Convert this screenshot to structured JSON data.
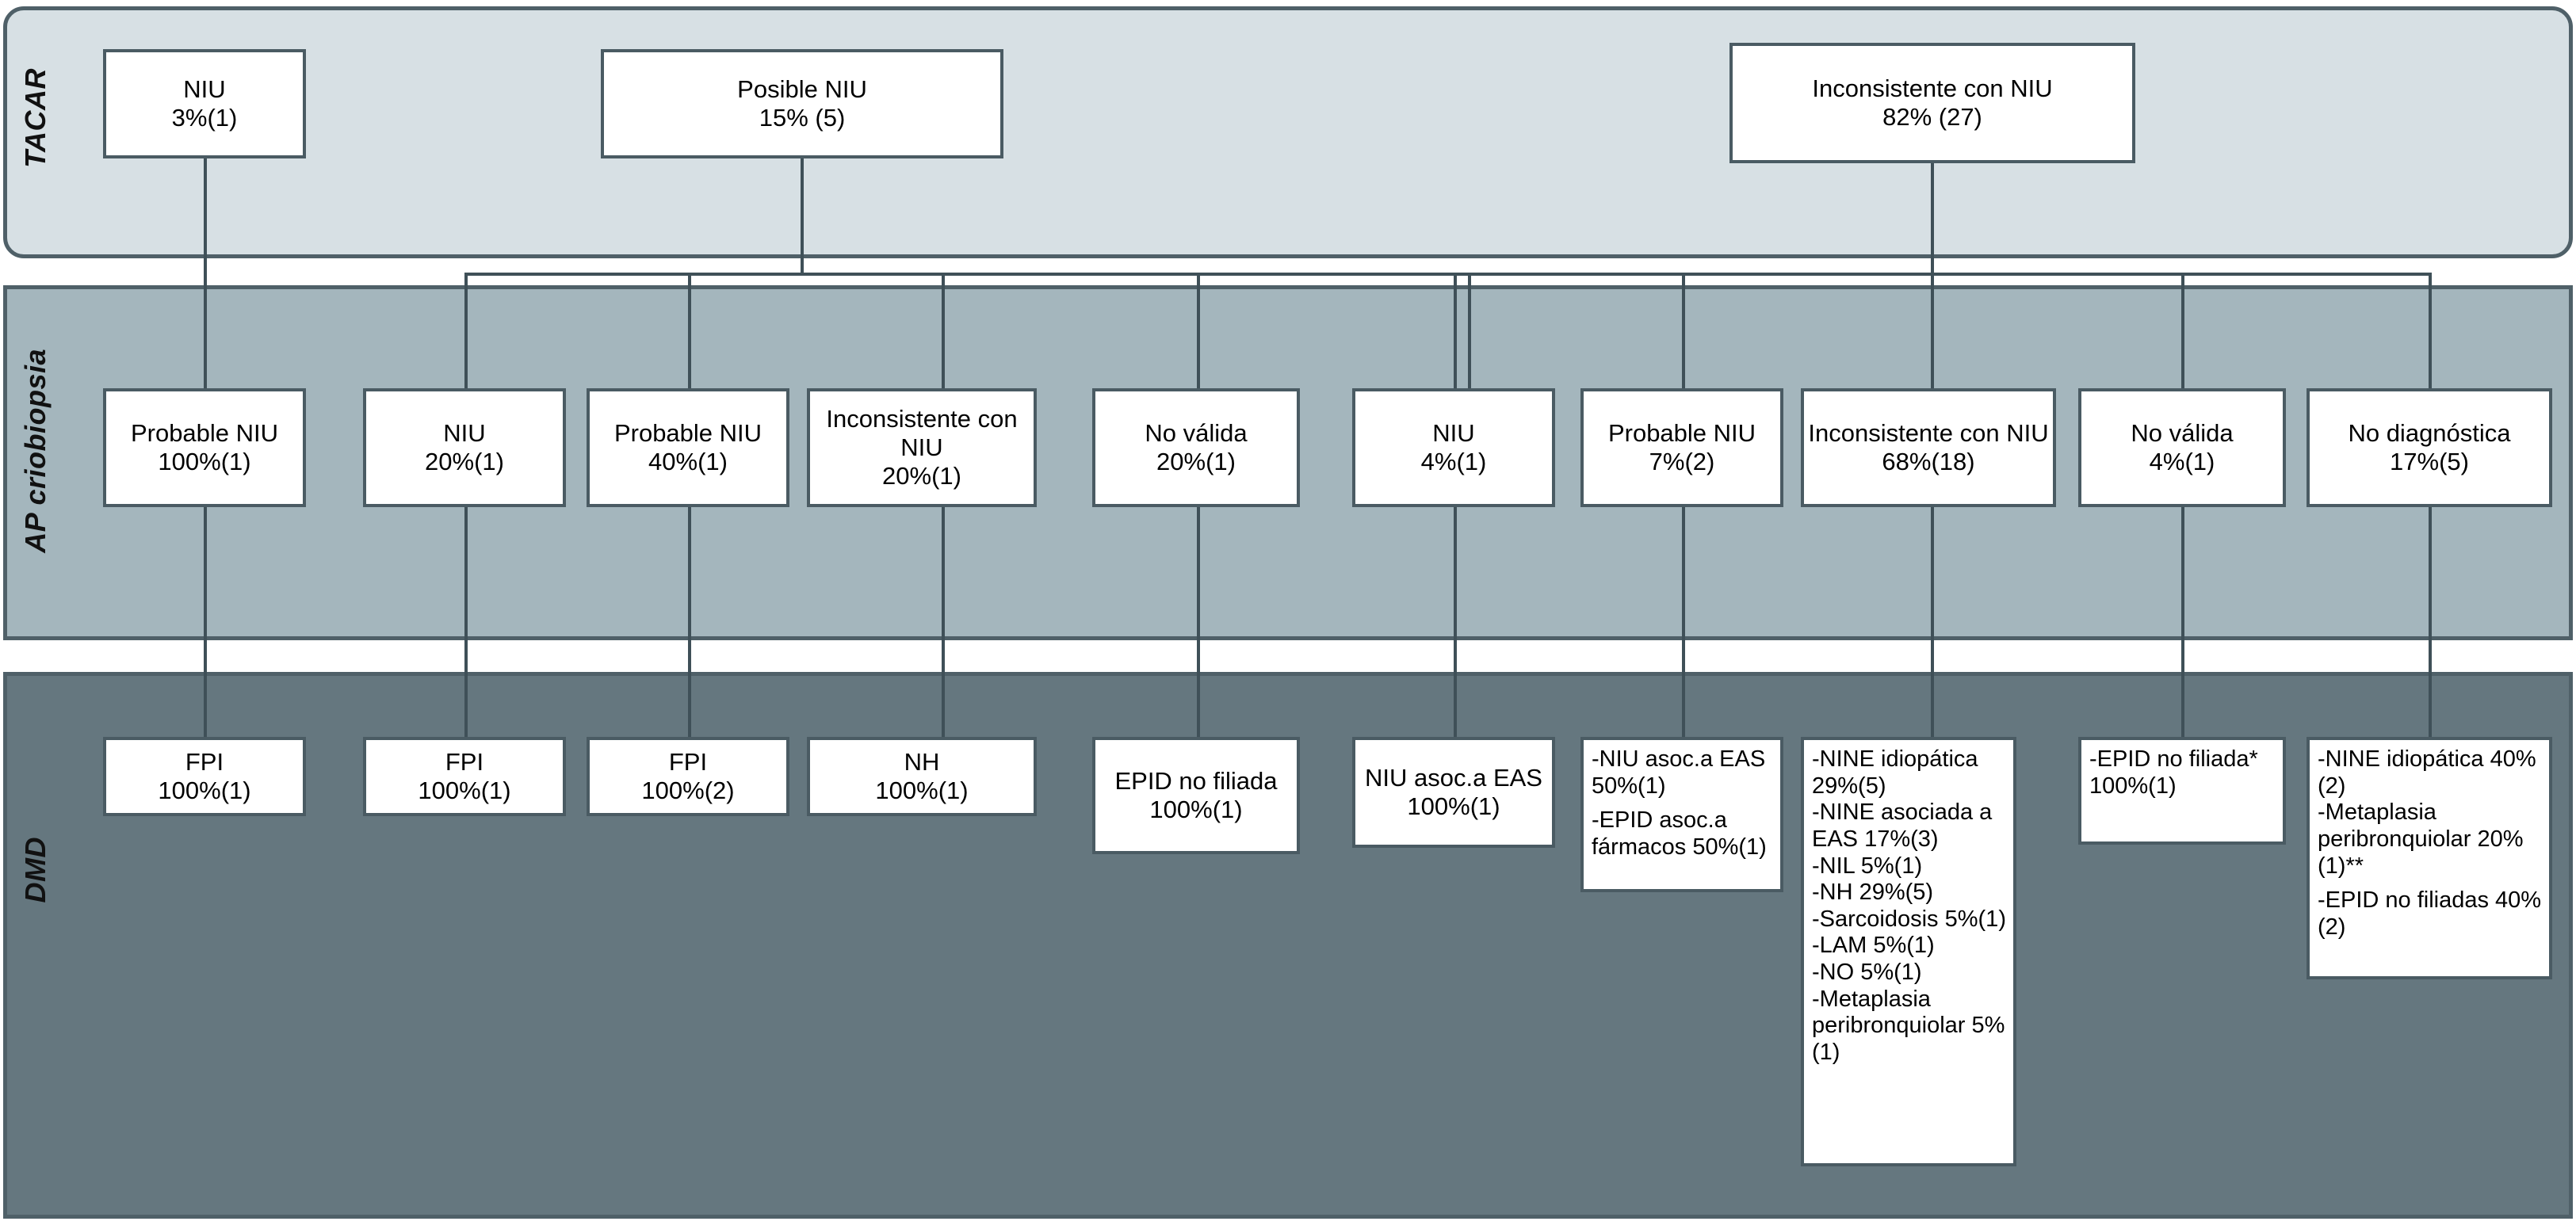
{
  "bands": [
    {
      "id": "tacar",
      "label": "TACAR",
      "color": "#d7e0e4"
    },
    {
      "id": "ap",
      "label": "AP criobiopsia",
      "color": "#a4b6bd"
    },
    {
      "id": "dmd",
      "label": "DMD",
      "color": "#65777f"
    }
  ],
  "colors": {
    "stroke": "#4a5b63",
    "box_fill": "#ffffff",
    "line": "#3f5058"
  },
  "tacar": {
    "nodes": [
      {
        "title": "NIU",
        "pct": "3%(1)"
      },
      {
        "title": "Posible NIU",
        "pct": "15% (5)"
      },
      {
        "title": "Inconsistente con NIU",
        "pct": "82% (27)"
      }
    ]
  },
  "ap_criobiopsia": {
    "nodes": [
      {
        "title": "Probable NIU",
        "pct": "100%(1)"
      },
      {
        "title": "NIU",
        "pct": "20%(1)"
      },
      {
        "title": "Probable NIU",
        "pct": "40%(1)"
      },
      {
        "title": "Inconsistente con NIU",
        "pct": "20%(1)"
      },
      {
        "title": "No válida",
        "pct": "20%(1)"
      },
      {
        "title": "NIU",
        "pct": "4%(1)"
      },
      {
        "title": "Probable NIU",
        "pct": "7%(2)"
      },
      {
        "title": "Inconsistente con NIU",
        "pct": "68%(18)"
      },
      {
        "title": "No válida",
        "pct": "4%(1)"
      },
      {
        "title": "No diagnóstica",
        "pct": "17%(5)"
      }
    ]
  },
  "dmd": {
    "nodes": [
      {
        "kind": "center",
        "title": "FPI",
        "pct": "100%(1)"
      },
      {
        "kind": "center",
        "title": "FPI",
        "pct": "100%(1)"
      },
      {
        "kind": "center",
        "title": "FPI",
        "pct": "100%(2)"
      },
      {
        "kind": "center",
        "title": "NH",
        "pct": "100%(1)"
      },
      {
        "kind": "center",
        "title": "EPID no filiada",
        "pct": "100%(1)"
      },
      {
        "kind": "center",
        "title": "NIU asoc.a EAS",
        "pct": "100%(1)"
      },
      {
        "kind": "list",
        "items": [
          "-NIU asoc.a EAS 50%(1)",
          "-EPID asoc.a fármacos 50%(1)"
        ]
      },
      {
        "kind": "list",
        "items": [
          "-NINE idiopática 29%(5)",
          "-NINE asociada a EAS 17%(3)",
          "-NIL 5%(1)",
          "-NH 29%(5)",
          "-Sarcoidosis 5%(1)",
          "-LAM 5%(1)",
          "-NO 5%(1)",
          "-Metaplasia peribronquiolar 5%(1)"
        ]
      },
      {
        "kind": "list",
        "items": [
          "-EPID no filiada* 100%(1)"
        ]
      },
      {
        "kind": "list",
        "items": [
          "-NINE idiopática 40%(2)",
          "-Metaplasia peribronquiolar 20%(1)**",
          "-EPID no filiadas 40%(2)"
        ]
      }
    ]
  },
  "chart_data": {
    "type": "table",
    "title": "Concordancia diagnóstica TACAR - AP criobiopsia - DMD",
    "rows": [
      {
        "row": "TACAR",
        "entries": [
          {
            "label": "NIU",
            "percent": 3,
            "n": 1
          },
          {
            "label": "Posible NIU",
            "percent": 15,
            "n": 5
          },
          {
            "label": "Inconsistente con NIU",
            "percent": 82,
            "n": 27
          }
        ]
      },
      {
        "row": "AP criobiopsia",
        "entries": [
          {
            "label": "Probable NIU",
            "percent": 100,
            "n": 1,
            "parent": "NIU"
          },
          {
            "label": "NIU",
            "percent": 20,
            "n": 1,
            "parent": "Posible NIU"
          },
          {
            "label": "Probable NIU",
            "percent": 40,
            "n": 1,
            "parent": "Posible NIU"
          },
          {
            "label": "Inconsistente con NIU",
            "percent": 20,
            "n": 1,
            "parent": "Posible NIU"
          },
          {
            "label": "No válida",
            "percent": 20,
            "n": 1,
            "parent": "Posible NIU"
          },
          {
            "label": "NIU",
            "percent": 4,
            "n": 1,
            "parent": "Inconsistente con NIU"
          },
          {
            "label": "Probable NIU",
            "percent": 7,
            "n": 2,
            "parent": "Inconsistente con NIU"
          },
          {
            "label": "Inconsistente con NIU",
            "percent": 68,
            "n": 18,
            "parent": "Inconsistente con NIU"
          },
          {
            "label": "No válida",
            "percent": 4,
            "n": 1,
            "parent": "Inconsistente con NIU"
          },
          {
            "label": "No diagnóstica",
            "percent": 17,
            "n": 5,
            "parent": "Inconsistente con NIU"
          }
        ]
      },
      {
        "row": "DMD",
        "entries": [
          {
            "label": "FPI",
            "percent": 100,
            "n": 1
          },
          {
            "label": "FPI",
            "percent": 100,
            "n": 1
          },
          {
            "label": "FPI",
            "percent": 100,
            "n": 2
          },
          {
            "label": "NH",
            "percent": 100,
            "n": 1
          },
          {
            "label": "EPID no filiada",
            "percent": 100,
            "n": 1
          },
          {
            "label": "NIU asoc.a EAS",
            "percent": 100,
            "n": 1
          },
          {
            "label": "NIU asoc.a EAS",
            "percent": 50,
            "n": 1
          },
          {
            "label": "EPID asoc.a fármacos",
            "percent": 50,
            "n": 1
          },
          {
            "label": "NINE idiopática",
            "percent": 29,
            "n": 5
          },
          {
            "label": "NINE asociada a EAS",
            "percent": 17,
            "n": 3
          },
          {
            "label": "NIL",
            "percent": 5,
            "n": 1
          },
          {
            "label": "NH",
            "percent": 29,
            "n": 5
          },
          {
            "label": "Sarcoidosis",
            "percent": 5,
            "n": 1
          },
          {
            "label": "LAM",
            "percent": 5,
            "n": 1
          },
          {
            "label": "NO",
            "percent": 5,
            "n": 1
          },
          {
            "label": "Metaplasia peribronquiolar",
            "percent": 5,
            "n": 1
          },
          {
            "label": "EPID no filiada*",
            "percent": 100,
            "n": 1
          },
          {
            "label": "NINE idiopática",
            "percent": 40,
            "n": 2
          },
          {
            "label": "Metaplasia peribronquiolar",
            "percent": 20,
            "n": 1,
            "note": "**"
          },
          {
            "label": "EPID no filiadas",
            "percent": 40,
            "n": 2
          }
        ]
      }
    ]
  }
}
